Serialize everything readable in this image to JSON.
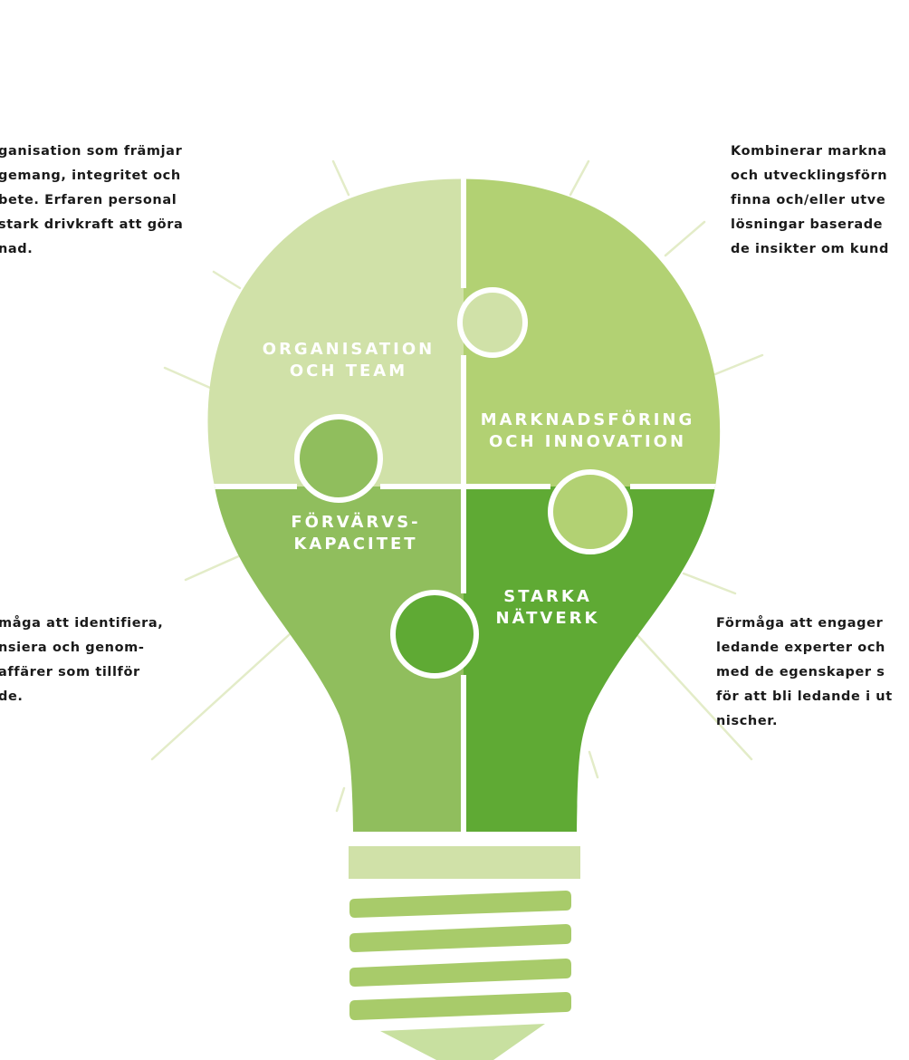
{
  "pieces": {
    "organisation": {
      "lines": [
        "ORGANISATION",
        "OCH TEAM"
      ],
      "color": "#d0e1a8",
      "text_color": "#ffffff"
    },
    "marknad": {
      "lines": [
        "MARKNADSFÖRING",
        "OCH INNOVATION"
      ],
      "color": "#b2d173",
      "text_color": "#ffffff"
    },
    "forvarv": {
      "lines": [
        "FÖRVÄRVS-",
        "KAPACITET"
      ],
      "color": "#90be5d",
      "text_color": "#ffffff"
    },
    "natverk": {
      "lines": [
        "STARKA",
        "NÄTVERK"
      ],
      "color": "#5faa34",
      "text_color": "#ffffff"
    }
  },
  "descriptions": {
    "top_left": [
      "ganisation som främjar",
      "gemang, integritet och",
      "bete. Erfaren personal",
      "stark drivkraft att göra",
      "nad."
    ],
    "top_right": [
      "Kombinerar markna",
      "och utvecklingsförn",
      "finna och/eller utve",
      "lösningar baserade",
      "de insikter om kund"
    ],
    "bottom_left": [
      "måga att identifiera,",
      "nsiera och genom-",
      "affärer som tillför",
      "de."
    ],
    "bottom_right": [
      "Förmåga att engager",
      "ledande experter och",
      "med de egenskaper s",
      "för att bli ledande i ut",
      "nischer."
    ]
  },
  "bulb_base": {
    "collar_color": "#d0e1a8",
    "thread_color": "#a8cb6a",
    "tip_color": "#c8e0a0"
  },
  "ray_color": "#e3ecc8"
}
